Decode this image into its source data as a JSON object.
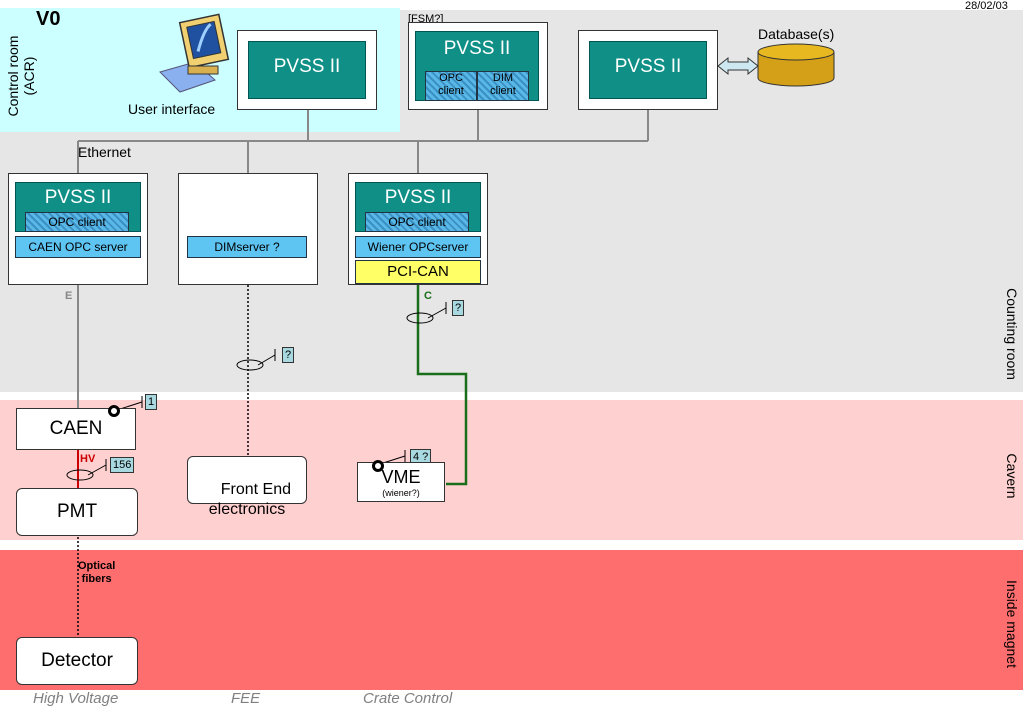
{
  "date": "28/02/03",
  "title": "V0",
  "zones": {
    "control_room": "Control room\n(ACR)",
    "counting_room": "Counting room",
    "cavern": "Cavern",
    "inside_magnet": "Inside magnet"
  },
  "user_interface": "User interface",
  "fsm_tag": "[FSM?]",
  "database": "Database(s)",
  "ethernet": "Ethernet",
  "pvss": "PVSS II",
  "opc_client": "OPC client",
  "opc_client_split": "OPC\nclient",
  "dim_client": "DIM\nclient",
  "caen_opc_server": "CAEN OPC server",
  "dim_server": "DIMserver ?",
  "wiener_opc_server": "Wiener OPCserver",
  "pci_can": "PCI-CAN",
  "link_e": "E",
  "link_c": "C",
  "link_hv": "HV",
  "tags": {
    "caen": "1",
    "hv": "156",
    "fee": "?",
    "can": "?",
    "vme": "4 ?"
  },
  "caen": "CAEN",
  "pmt": "PMT",
  "detector": "Detector",
  "front_end": "Front End\nelectronics",
  "vme": "VME",
  "vme_sub": "(wiener?)",
  "optical_fibers": "Optical\nfibers",
  "bottom": {
    "high_voltage": "High Voltage",
    "fee": "FEE",
    "crate_control": "Crate Control"
  },
  "colors": {
    "pvss": "#0f8f86",
    "opc_hatch": "#5ab8e6",
    "server": "#5ec4f2",
    "pci_can": "#ffff66",
    "can_line": "#1a6e1a",
    "hv_line": "#cc0000"
  }
}
